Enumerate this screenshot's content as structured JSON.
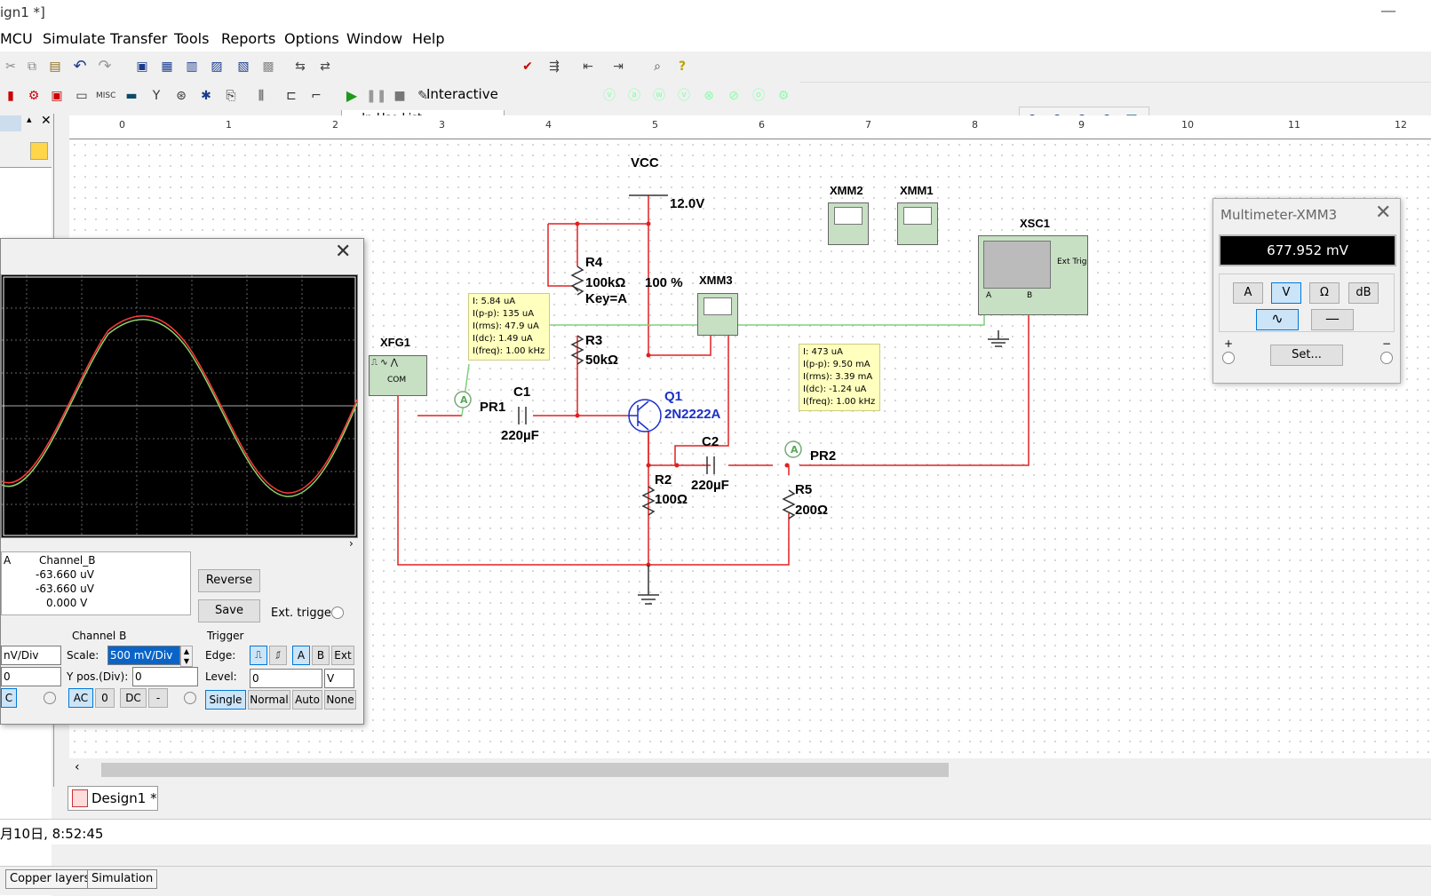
{
  "window": {
    "title": "ign1 *]",
    "minimize": "—"
  },
  "menu": [
    "MCU",
    "Simulate",
    "Transfer",
    "Tools",
    "Reports",
    "Options",
    "Window",
    "Help"
  ],
  "toolbar": {
    "in_use_list": "--- In-Use List ---",
    "interactive_label": "Interactive"
  },
  "ruler": [
    "0",
    "1",
    "2",
    "3",
    "4",
    "5",
    "6",
    "7",
    "8",
    "9",
    "10",
    "11",
    "12"
  ],
  "schematic": {
    "vcc_label": "VCC",
    "vcc_value": "12.0V",
    "r4_name": "R4",
    "r4_value": "100kΩ",
    "r4_key": "Key=A",
    "r4_percent": "100 %",
    "r3_name": "R3",
    "r3_value": "50kΩ",
    "xfg1": "XFG1",
    "xfg1_com": "COM",
    "pr1": "PR1",
    "c1_name": "C1",
    "c1_value": "220µF",
    "q1_name": "Q1",
    "q1_model": "2N2222A",
    "c2_name": "C2",
    "c2_value": "220µF",
    "r2_name": "R2",
    "r2_value": "100Ω",
    "r5_name": "R5",
    "r5_value": "200Ω",
    "pr2": "PR2",
    "xmm1": "XMM1",
    "xmm2": "XMM2",
    "xmm3": "XMM3",
    "xsc1": "XSC1",
    "xsc1_ext": "Ext Trig",
    "xsc1_a": "A",
    "xsc1_b": "B",
    "probe_a": "A",
    "pr1_readout": [
      "I: 5.84 uA",
      "I(p-p): 135 uA",
      "I(rms): 47.9 uA",
      "I(dc): 1.49 uA",
      "I(freq): 1.00 kHz"
    ],
    "pr2_readout": [
      "I: 473 uA",
      "I(p-p): 9.50 mA",
      "I(rms): 3.39 mA",
      "I(dc): -1.24 uA",
      "I(freq): 1.00 kHz"
    ]
  },
  "scope": {
    "channel_a_header": "A",
    "channel_b_header": "Channel_B",
    "readings_b": [
      "-63.660 uV",
      "-63.660 uV",
      "0.000 V"
    ],
    "reverse": "Reverse",
    "save": "Save",
    "ext_trigger": "Ext. trigger",
    "channel_b_title": "Channel B",
    "scale_label": "Scale:",
    "scale_value": "500 mV/Div",
    "ypos_label": "Y pos.(Div):",
    "ypos_value": "0",
    "a_scale_value": "nV/Div",
    "a_ypos_value": "0",
    "a_coupling": "C",
    "coupling": [
      "AC",
      "0",
      "DC",
      "-"
    ],
    "trigger_title": "Trigger",
    "edge_label": "Edge:",
    "edge_src": [
      "A",
      "B",
      "Ext"
    ],
    "level_label": "Level:",
    "level_value": "0",
    "level_unit": "V",
    "modes": [
      "Single",
      "Normal",
      "Auto",
      "None"
    ]
  },
  "multimeter": {
    "title": "Multimeter-XMM3",
    "display": "677.952 mV",
    "modes": [
      "A",
      "V",
      "Ω",
      "dB"
    ],
    "set_button": "Set...",
    "plus": "+",
    "minus": "−"
  },
  "tabs": {
    "design": "Design1 *"
  },
  "status": {
    "timestamp": "月10日, 8:52:45"
  },
  "bottom_tabs": [
    "Copper layers",
    "Simulation"
  ],
  "colors": {
    "wire_red": "#e02020",
    "wire_green": "#7fd07f",
    "transistor_blue": "#1b2fc8",
    "trace_red": "#ff3b3b",
    "trace_green": "#8fd16a"
  }
}
